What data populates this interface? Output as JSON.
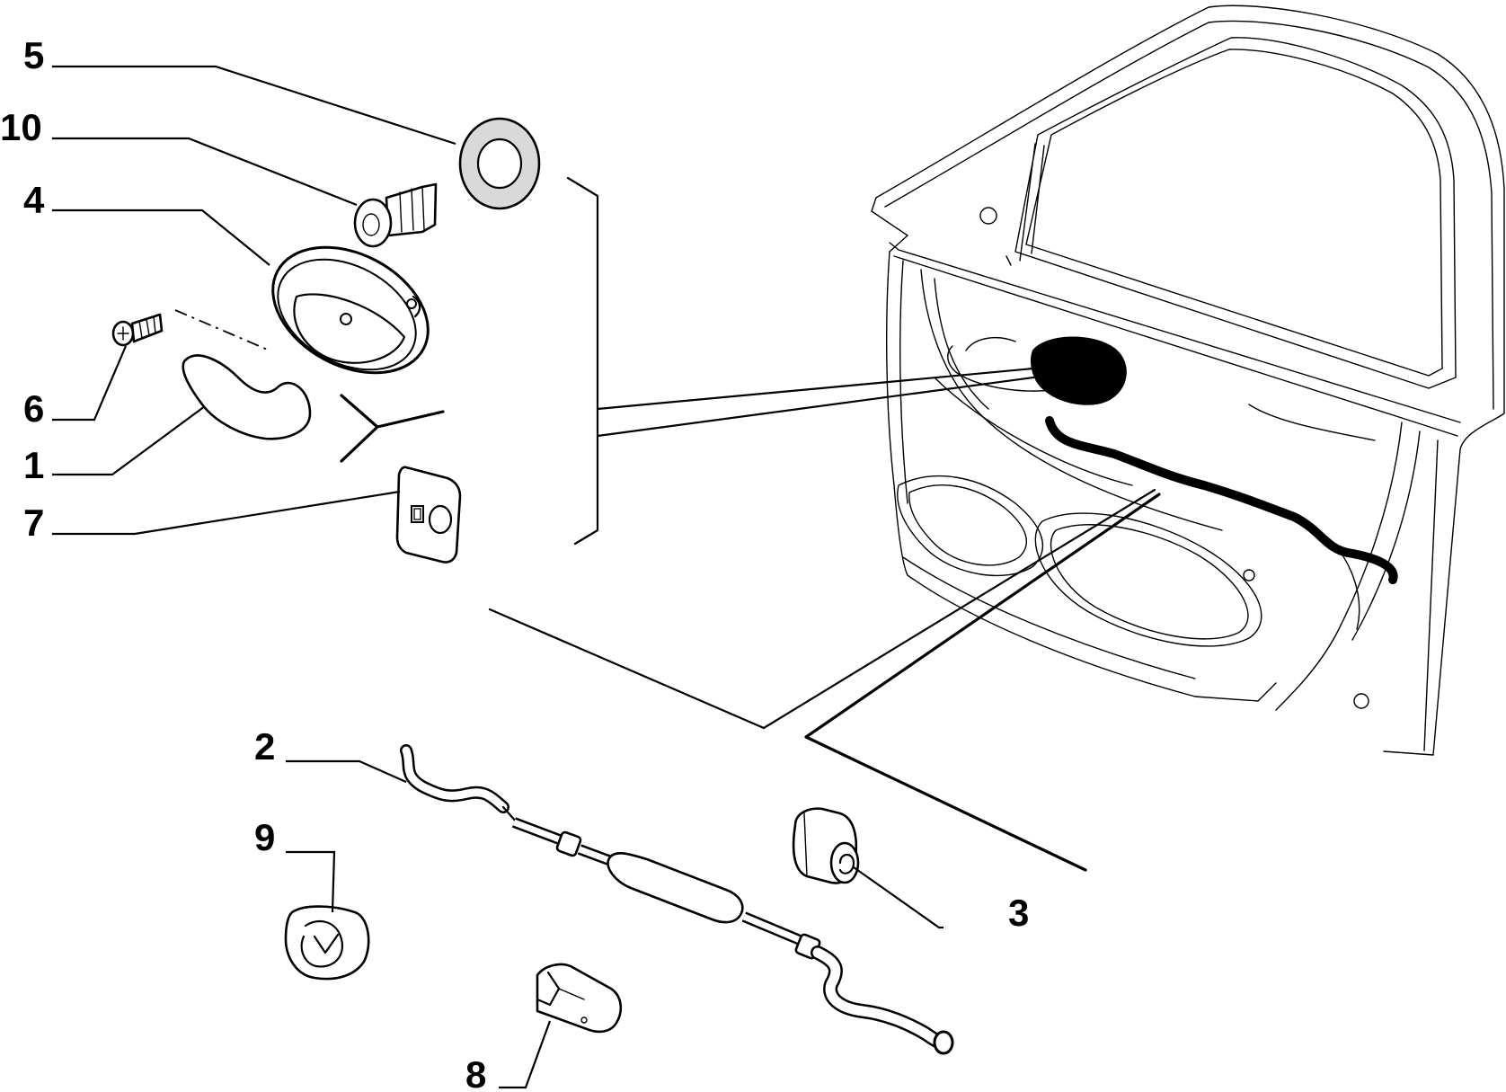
{
  "diagram": {
    "callouts": [
      {
        "id": "c5",
        "label": "5"
      },
      {
        "id": "c10",
        "label": "10"
      },
      {
        "id": "c4",
        "label": "4"
      },
      {
        "id": "c6",
        "label": "6"
      },
      {
        "id": "c1",
        "label": "1"
      },
      {
        "id": "c7",
        "label": "7"
      },
      {
        "id": "c2",
        "label": "2"
      },
      {
        "id": "c9",
        "label": "9"
      },
      {
        "id": "c3",
        "label": "3"
      },
      {
        "id": "c8",
        "label": "8"
      }
    ],
    "colors": {
      "ink": "#000000",
      "background": "#ffffff",
      "part_fill": "#e6e6e6"
    }
  }
}
